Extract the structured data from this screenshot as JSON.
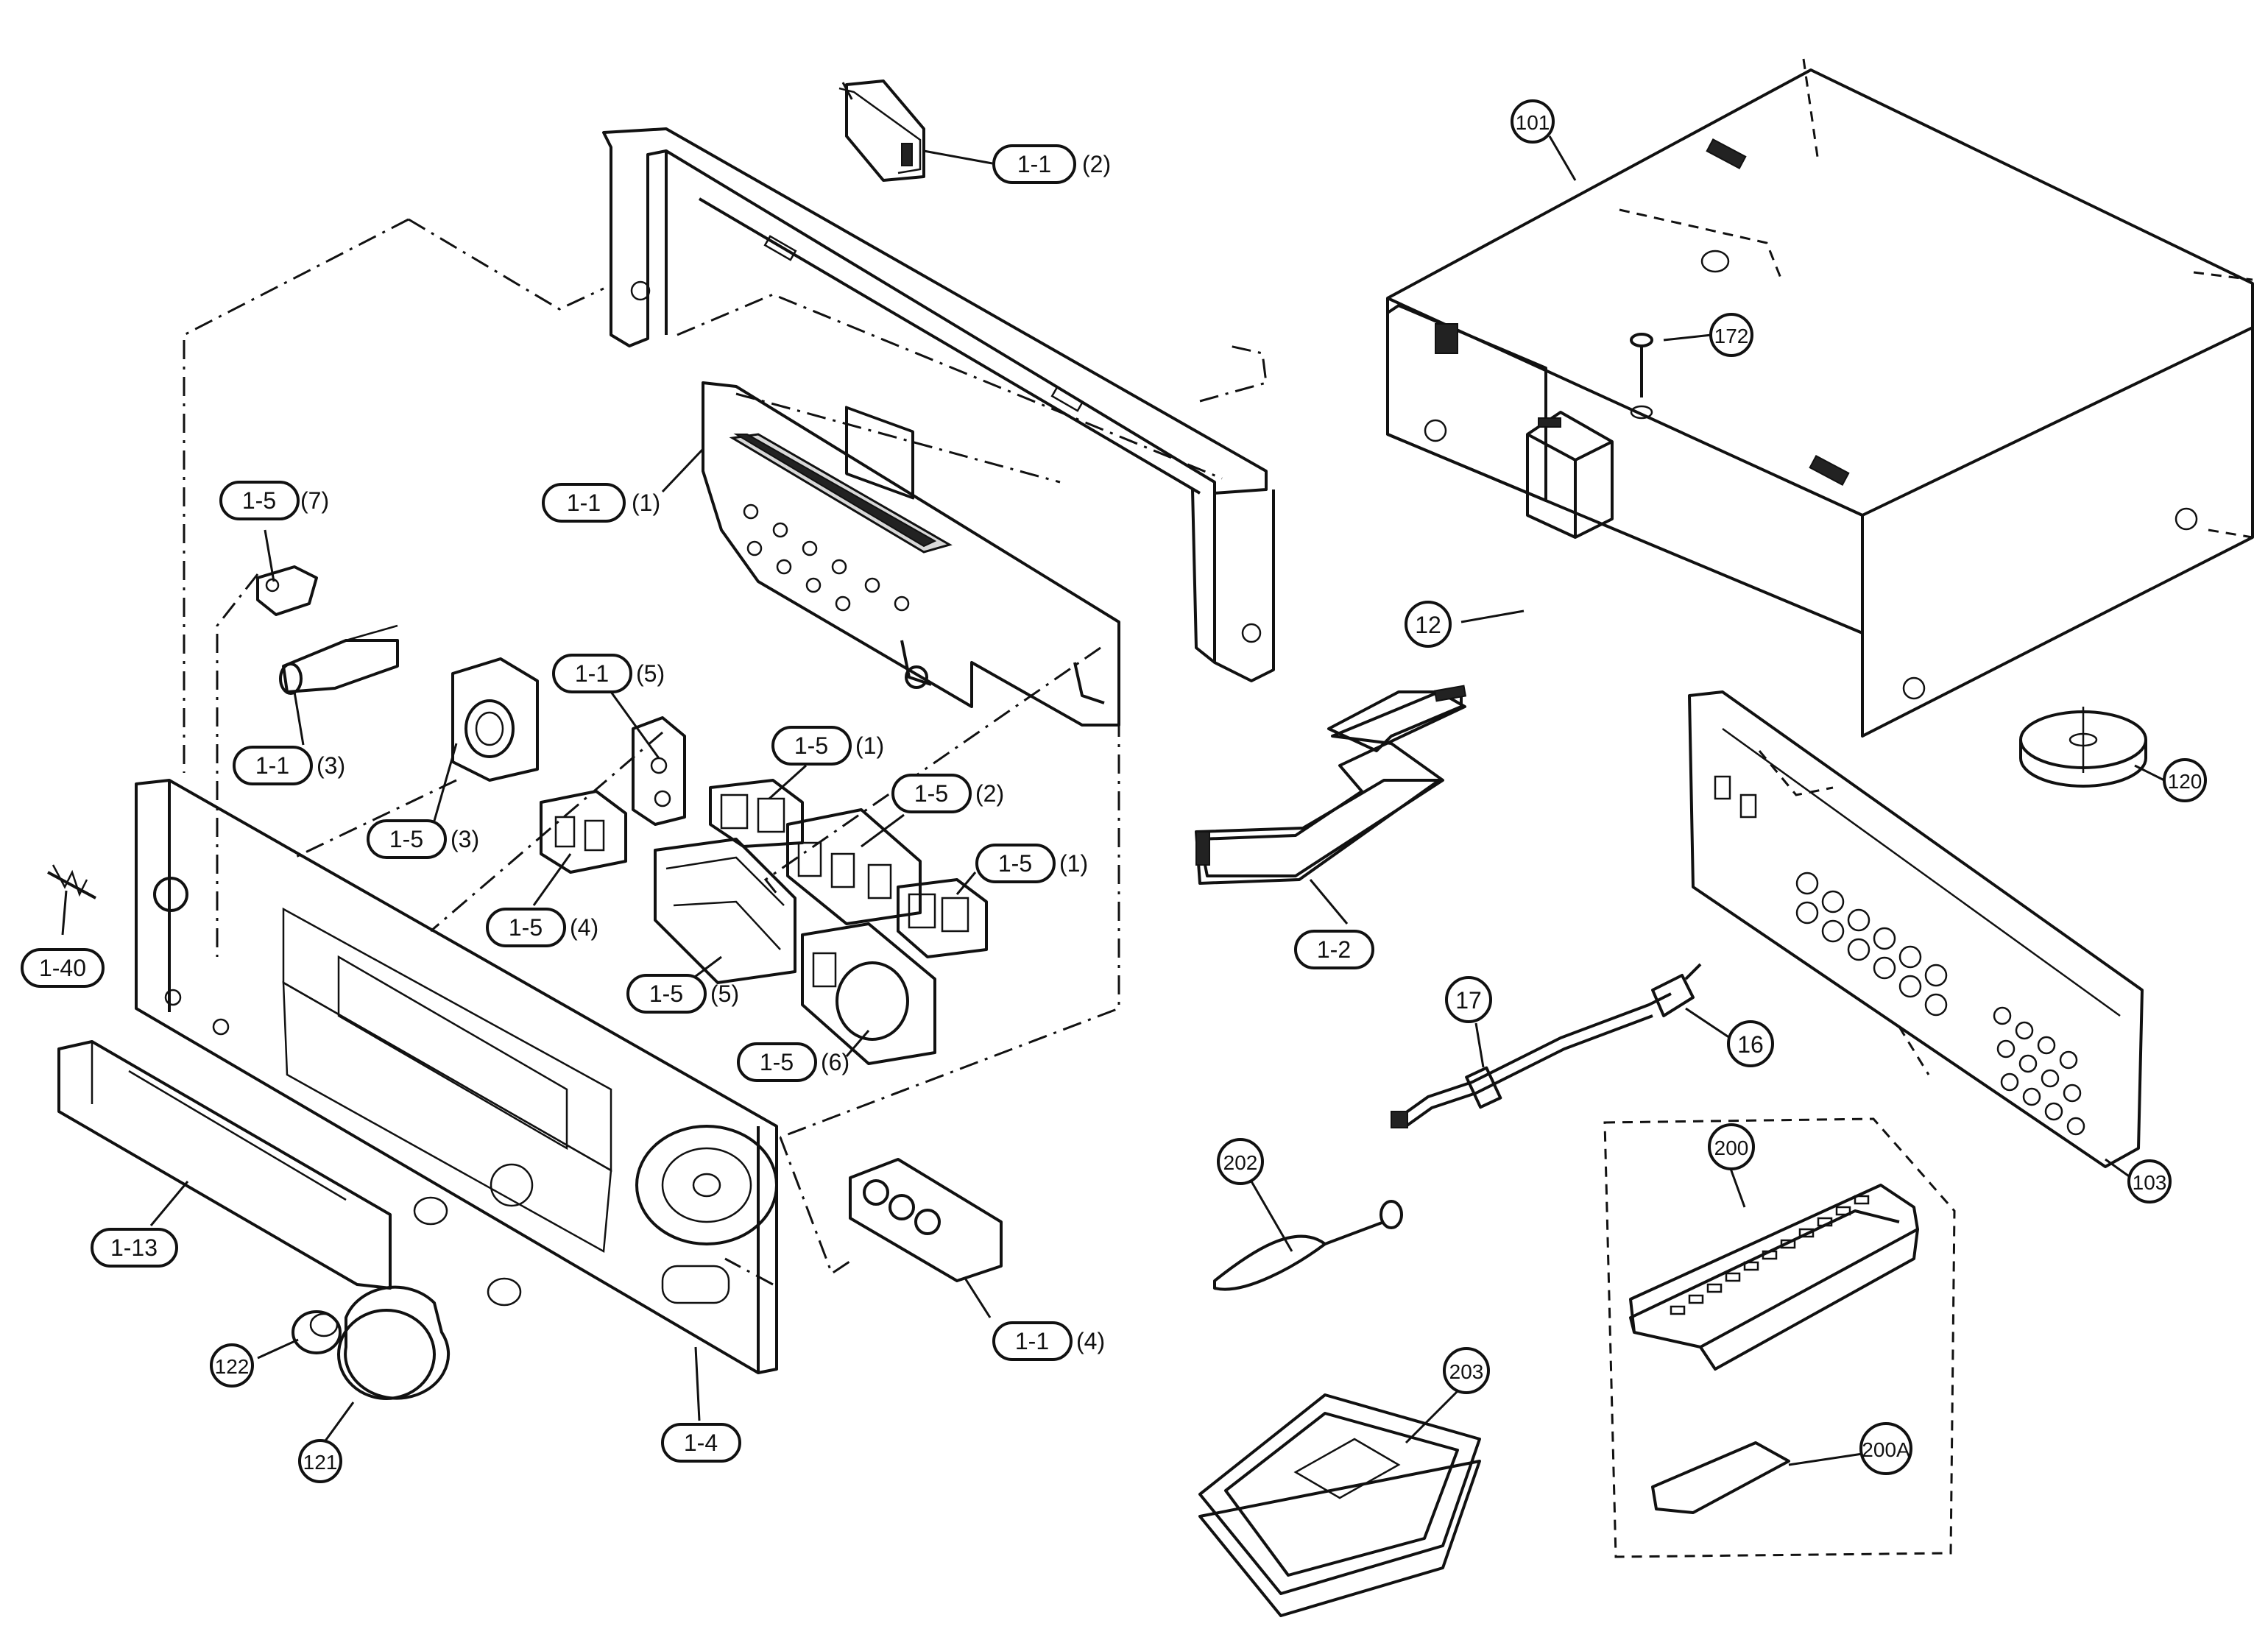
{
  "labels": {
    "l_1_1_2": {
      "ref": "1-1",
      "sub": "(2)"
    },
    "l_1_1_1": {
      "ref": "1-1",
      "sub": "(1)"
    },
    "l_1_5_7": {
      "ref": "1-5",
      "sub": "(7)"
    },
    "l_1_1_5": {
      "ref": "1-1",
      "sub": "(5)"
    },
    "l_1_1_3": {
      "ref": "1-1",
      "sub": "(3)"
    },
    "l_1_5_1a": {
      "ref": "1-5",
      "sub": "(1)"
    },
    "l_1_5_2": {
      "ref": "1-5",
      "sub": "(2)"
    },
    "l_1_5_3": {
      "ref": "1-5",
      "sub": "(3)"
    },
    "l_1_5_1b": {
      "ref": "1-5",
      "sub": "(1)"
    },
    "l_1_5_4": {
      "ref": "1-5",
      "sub": "(4)"
    },
    "l_1_5_5": {
      "ref": "1-5",
      "sub": "(5)"
    },
    "l_1_5_6": {
      "ref": "1-5",
      "sub": "(6)"
    },
    "l_1_40": {
      "ref": "1-40"
    },
    "l_1_13": {
      "ref": "1-13"
    },
    "l_1_4": {
      "ref": "1-4"
    },
    "l_1_1_4": {
      "ref": "1-1",
      "sub": "(4)"
    },
    "l_1_2": {
      "ref": "1-2"
    },
    "c_101": "101",
    "c_172": "172",
    "c_12": "12",
    "c_120": "120",
    "c_17": "17",
    "c_16": "16",
    "c_103": "103",
    "c_202": "202",
    "c_200": "200",
    "c_203": "203",
    "c_200a": "200A",
    "c_122": "122",
    "c_121": "121"
  }
}
